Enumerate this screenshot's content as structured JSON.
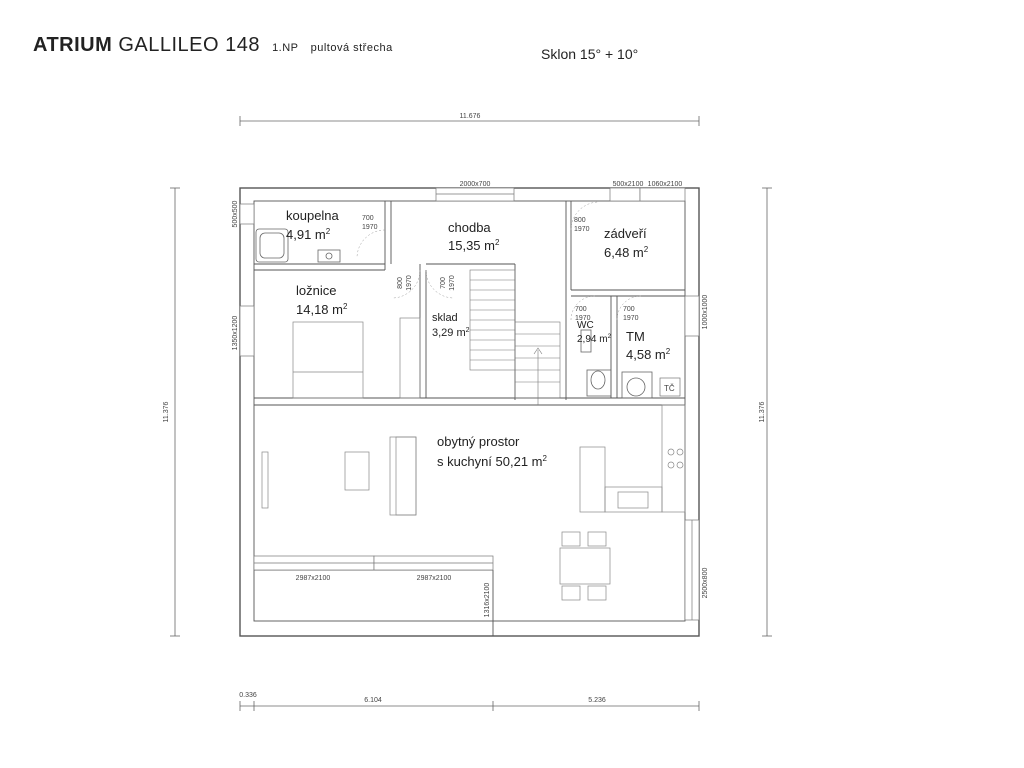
{
  "header": {
    "brand": "ATRIUM",
    "model": "GALLILEO 148",
    "floor": "1.NP",
    "roof": "pultová střecha",
    "slope": "Sklon 15° + 10°"
  },
  "rooms": {
    "koupelna": {
      "name": "koupelna",
      "area": "4,91 m",
      "sup": "2"
    },
    "chodba": {
      "name": "chodba",
      "area": "15,35 m",
      "sup": "2"
    },
    "zadveri": {
      "name": "zádveří",
      "area": "6,48 m",
      "sup": "2"
    },
    "loznice": {
      "name": "ložnice",
      "area": "14,18 m",
      "sup": "2"
    },
    "sklad": {
      "name": "sklad",
      "area": "3,29 m",
      "sup": "2"
    },
    "wc": {
      "name": "WC",
      "area": "2,94 m",
      "sup": "2"
    },
    "tm": {
      "name": "TM",
      "area": "4,58 m",
      "sup": "2"
    },
    "obytny": {
      "name": "obytný prostor",
      "area": "s kuchyní 50,21 m",
      "sup": "2"
    }
  },
  "dimensions": {
    "top_total": "11.676",
    "left_total": "11.376",
    "right_total": "11.376",
    "bottom_a": "0.336",
    "bottom_b": "6.104",
    "bottom_c": "5.236"
  },
  "openings": {
    "win_top_center": "2000x700",
    "win_top_right_a": "500x2100",
    "win_top_right_b": "1060x2100",
    "win_left_top": "500x500",
    "win_left_mid": "1350x1200",
    "win_right_mid": "1000x1000",
    "win_right_low": "2500x800",
    "door_bottom_a": "2987x2100",
    "door_bottom_b": "2987x2100",
    "door_bottom_c": "1316x2100",
    "door_koupelna": [
      "700",
      "1970"
    ],
    "door_zadveri": [
      "800",
      "1970"
    ],
    "door_loznice": [
      "800",
      "1970"
    ],
    "door_sklad": [
      "700",
      "1970"
    ],
    "door_wc": [
      "700",
      "1970"
    ],
    "door_tm": [
      "700",
      "1970"
    ]
  },
  "symbols": {
    "tc": "TČ"
  }
}
